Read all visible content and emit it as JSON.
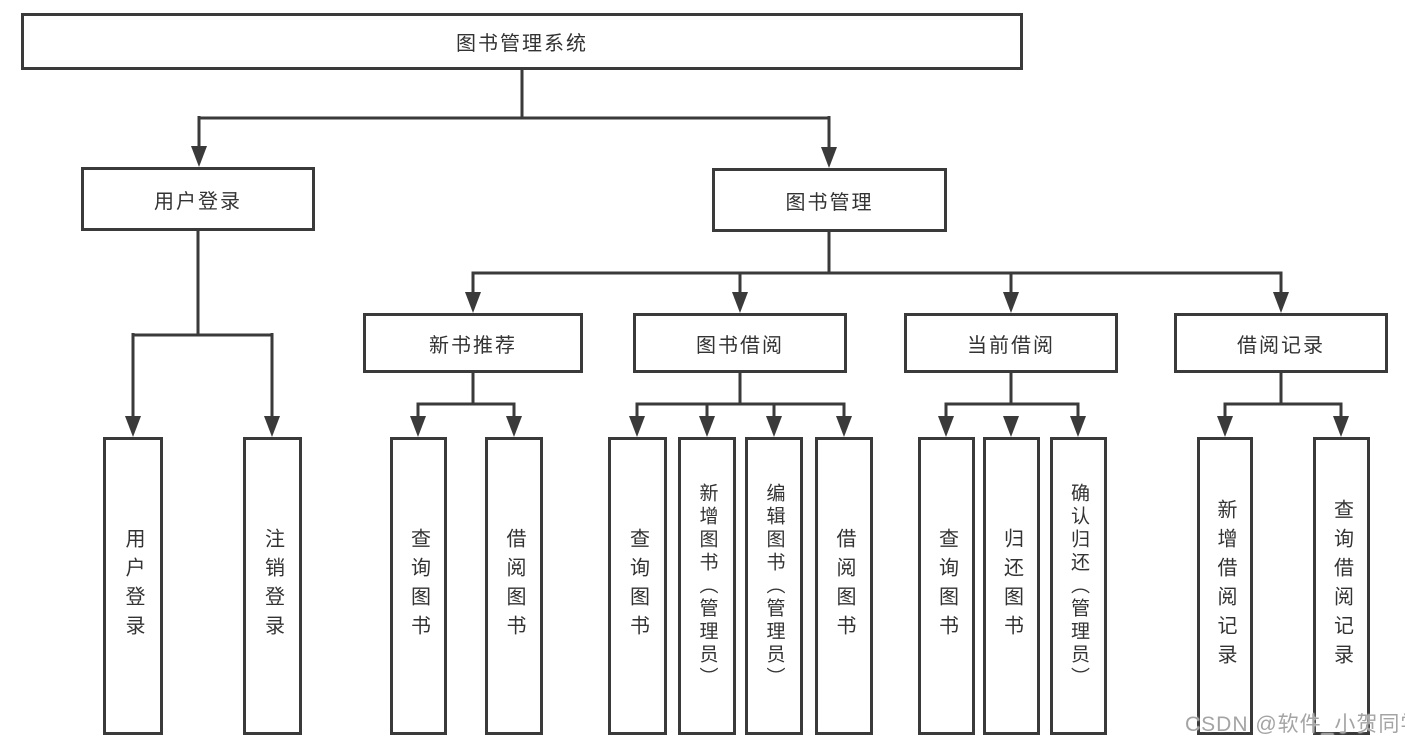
{
  "nodes": {
    "root": "图书管理系统",
    "user_login_branch": "用户登录",
    "book_mgmt_branch": "图书管理",
    "new_book_rec": "新书推荐",
    "book_borrow": "图书借阅",
    "current_borrow": "当前借阅",
    "borrow_records": "借阅记录",
    "leaf_user_login": "用户登录",
    "leaf_logout": "注销登录",
    "leaf_rec_query_books": "查询图书",
    "leaf_rec_borrow_books": "借阅图书",
    "leaf_bb_query_books": "查询图书",
    "leaf_bb_add_books": "新增图书（管理员）",
    "leaf_bb_edit_books": "编辑图书（管理员）",
    "leaf_bb_borrow_books": "借阅图书",
    "leaf_cb_query_books": "查询图书",
    "leaf_cb_return_books": "归还图书",
    "leaf_cb_confirm_return": "确认归还（管理员）",
    "leaf_br_add_record": "新增借阅记录",
    "leaf_br_query_record": "查询借阅记录"
  },
  "watermark": "CSDN @软件_小贺同学",
  "colors": {
    "line": "#3a3a3a",
    "text": "#333333",
    "background": "#ffffff"
  }
}
